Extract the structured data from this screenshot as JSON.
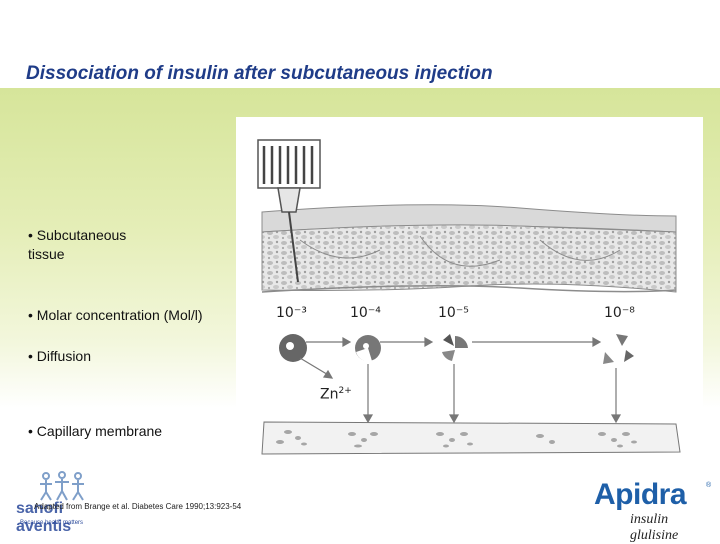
{
  "slide": {
    "title": "Dissociation of insulin after subcutaneous injection",
    "bullets": [
      "• Subcutaneous tissue",
      "• Molar concentration (Mol/l)",
      "• Diffusion",
      "• Capillary membrane"
    ],
    "citation": "Adapted from Brange et al. Diabetes Care 1990;13:923-54"
  },
  "diagram": {
    "concentrations": [
      "10⁻³",
      "10⁻⁴",
      "10⁻⁵",
      "10⁻⁸"
    ],
    "ion_label": "Zn",
    "ion_charge": "2+"
  },
  "logos": {
    "sanofi_name": "sanofi aventis",
    "sanofi_tagline": "Because health matters",
    "apidra_name": "Apidra",
    "apidra_reg": "®",
    "apidra_tagline": "insulin glulisine"
  },
  "colors": {
    "title": "#1f3c88",
    "band": "#d6e59a",
    "apidra_blue": "#1e5fa8"
  }
}
